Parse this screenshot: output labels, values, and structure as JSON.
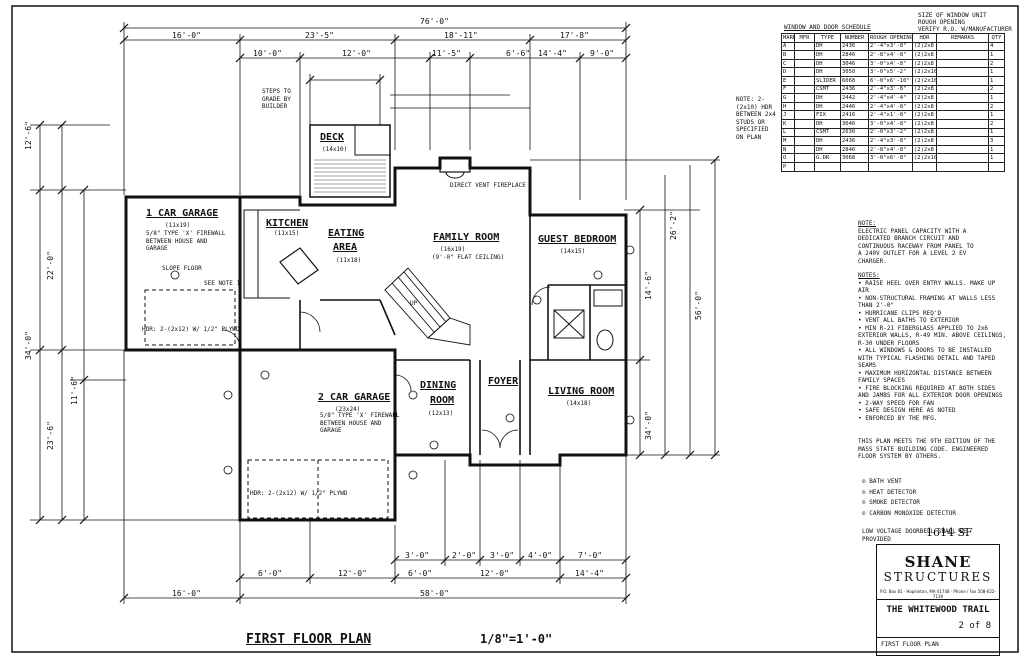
{
  "sheet": {
    "title": "FIRST FLOOR PLAN",
    "scale": "1/8\"=1'-0\"",
    "area": "1614 SF",
    "company": {
      "line1": "SHANE",
      "line2": "STRUCTURES",
      "address": "P.O. Box 81 · Hopkinton, MA 01748 · Phone / Fax 508-622-7139"
    },
    "project": "THE WHITEWOOD TRAIL",
    "sheet_no": "2 of 8",
    "sheet_caption": "FIRST FLOOR PLAN",
    "header_notes": [
      "SIZE OF WINDOW UNIT",
      "ROUGH OPENING",
      "VERIFY R.O. W/MANUFACTURER"
    ]
  },
  "rooms": {
    "garage1": {
      "name": "1 CAR GARAGE",
      "size": "(11x19)",
      "note": "5/8\" TYPE 'X' FIREWALL BETWEEN HOUSE AND GARAGE",
      "hdr": "HDR: 2-(2x12) W/ 1/2\" PLYWD",
      "slope": "SLOPE FLOOR"
    },
    "kitchen": {
      "name": "KITCHEN",
      "size": "(11x15)"
    },
    "eating": {
      "name": "EATING",
      "name2": "AREA",
      "size": "(11x18)"
    },
    "deck": {
      "name": "DECK",
      "size": "(14x10)"
    },
    "family": {
      "name": "FAMILY ROOM",
      "size": "(16x19)",
      "sub": "(9'-0\" FLAT CEILING)"
    },
    "guest": {
      "name": "GUEST BEDROOM",
      "size": "(14x15)"
    },
    "garage2": {
      "name": "2 CAR GARAGE",
      "size": "(23x24)",
      "note": "5/8\" TYPE 'X' FIREWALL BETWEEN HOUSE AND GARAGE",
      "hdr": "HDR: 2-(2x12) W/ 1/2\" PLYWD"
    },
    "dining": {
      "name": "DINING",
      "name2": "ROOM",
      "size": "(12x13)"
    },
    "foyer": {
      "name": "FOYER"
    },
    "living": {
      "name": "LIVING ROOM",
      "size": "(14x18)"
    }
  },
  "dims": {
    "overall_top": "76'-0\"",
    "top_row": [
      "16'-0\"",
      "23'-5\"",
      "18'-11\"",
      "17'-8\""
    ],
    "second_row": [
      "10'-0\"",
      "12'-0\"",
      "11'-5\"",
      "6'-6\"",
      "14'-4\"",
      "9'-0\""
    ],
    "left_side": [
      "12'-6\"",
      "22'-0\"",
      "34'-0\"",
      "11'-6\"",
      "23'-6\""
    ],
    "bottom_row1": [
      "3'-0\"",
      "2'-0\"",
      "3'-0\"",
      "4'-0\"",
      "7'-0\""
    ],
    "bottom_row2": [
      "6'-0\"",
      "12'-0\"",
      "6'-0\"",
      "12'-0\"",
      "14'-4\""
    ],
    "overall_bottom": [
      "16'-0\"",
      "58'-0\""
    ],
    "right_side": [
      "14'-6\"",
      "56'-0\"",
      "26'-2\"",
      "34'-0\""
    ]
  },
  "schedule": {
    "title": "WINDOW AND DOOR SCHEDULE",
    "headers": [
      "MARK",
      "MFR",
      "TYPE",
      "NUMBER",
      "ROUGH OPENING",
      "HDR",
      "REMARKS",
      "QTY"
    ],
    "rows": [
      [
        "A",
        "",
        "DH",
        "2436",
        "2'-4\"x3'-8\"",
        "(2)2x8",
        "",
        "4"
      ],
      [
        "B",
        "",
        "DH",
        "2846",
        "2'-8\"x4'-8\"",
        "(2)2x8",
        "",
        "1"
      ],
      [
        "C",
        "",
        "DH",
        "3046",
        "3'-0\"x4'-8\"",
        "(2)2x8",
        "",
        "2"
      ],
      [
        "D",
        "",
        "DH",
        "3050",
        "3'-0\"x5'-2\"",
        "(2)2x10",
        "",
        "1"
      ],
      [
        "E",
        "",
        "SLIDER",
        "6068",
        "6'-0\"x6'-10\"",
        "(2)2x10",
        "",
        "1"
      ],
      [
        "F",
        "",
        "CSMT",
        "2436",
        "2'-4\"x3'-8\"",
        "(2)2x8",
        "",
        "2"
      ],
      [
        "G",
        "",
        "DH",
        "2442",
        "2'-4\"x4'-4\"",
        "(2)2x8",
        "",
        "1"
      ],
      [
        "H",
        "",
        "DH",
        "2446",
        "2'-4\"x4'-8\"",
        "(2)2x8",
        "",
        "2"
      ],
      [
        "J",
        "",
        "FIX",
        "2416",
        "2'-4\"x1'-8\"",
        "(2)2x8",
        "",
        "1"
      ],
      [
        "K",
        "",
        "DH",
        "3046",
        "3'-0\"x4'-8\"",
        "(2)2x8",
        "",
        "2"
      ],
      [
        "L",
        "",
        "CSMT",
        "2030",
        "2'-0\"x3'-2\"",
        "(2)2x8",
        "",
        "1"
      ],
      [
        "M",
        "",
        "DH",
        "2436",
        "2'-4\"x3'-8\"",
        "(2)2x8",
        "",
        "3"
      ],
      [
        "N",
        "",
        "DH",
        "2846",
        "2'-8\"x4'-8\"",
        "(2)2x8",
        "",
        "1"
      ],
      [
        "O",
        "",
        "G.DR",
        "3068",
        "3'-0\"x6'-8\"",
        "(2)2x10",
        "",
        "1"
      ],
      [
        "P",
        "",
        "",
        "",
        "",
        "",
        "",
        ""
      ]
    ]
  },
  "notes": {
    "side_note": "NOTE: 2-(2x10) HDR BETWEEN 2x4 STUDS OR SPECIFIED ON PLAN",
    "electric_title": "NOTE:",
    "electric": "ELECTRIC PANEL CAPACITY WITH A DEDICATED BRANCH CIRCUIT AND CONTINUOUS RACEWAY FROM PANEL TO A 240V OUTLET FOR A LEVEL 2 EV CHARGER.",
    "general_title": "NOTES:",
    "general": [
      "RAISE HEEL OVER ENTRY WALLS. MAKE UP AIR",
      "NON-STRUCTURAL FRAMING AT WALLS LESS THAN 2'-0\"",
      "HURRICANE CLIPS REQ'D",
      "VENT ALL BATHS TO EXTERIOR",
      "MIN R-21 FIBERGLASS APPLIED TO 2x6 EXTERIOR WALLS, R-49 MIN. ABOVE CEILINGS, R-30 UNDER FLOORS",
      "ALL WINDOWS & DOORS TO BE INSTALLED WITH TYPICAL FLASHING DETAIL AND TAPED SEAMS",
      "MAXIMUM HORIZONTAL DISTANCE BETWEEN FAMILY SPACES",
      "FIRE BLOCKING REQUIRED AT BOTH SIDES AND JAMBS FOR ALL EXTERIOR DOOR OPENINGS",
      "2-WAY SPEED FOR FAN",
      "SAFE DESIGN HERE AS NOTED",
      "ENFORCED BY THE MFG."
    ],
    "compliance": "THIS PLAN MEETS THE 9TH EDITION OF THE MASS STATE BUILDING CODE. ENGINEERED FLOOR SYSTEM BY OTHERS.",
    "legend": [
      "BATH VENT",
      "HEAT DETECTOR",
      "SMOKE DETECTOR",
      "CARBON MONOXIDE DETECTOR"
    ],
    "legend_note": "LOW VOLTAGE DOORBELL SHALL BE PROVIDED",
    "see_note": "SEE NOTE 1",
    "fireplace": "DIRECT VENT FIREPLACE",
    "deck_note": "STEPS TO GRADE BY BUILDER",
    "stairs": "UP"
  },
  "colors": {
    "ink": "#111111",
    "paper": "#ffffff"
  }
}
